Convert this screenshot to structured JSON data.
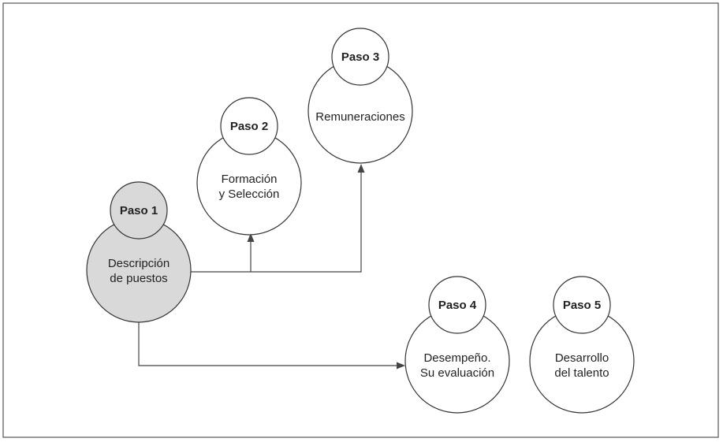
{
  "colors": {
    "frame": "#555555",
    "node_fill": "#ffffff",
    "highlight_fill": "#d9d9d9",
    "stroke": "#333333",
    "text": "#222222"
  },
  "steps": [
    {
      "id": "paso-1",
      "label": "Paso 1",
      "lines": [
        "Descripción",
        "de puestos"
      ],
      "highlighted": true
    },
    {
      "id": "paso-2",
      "label": "Paso 2",
      "lines": [
        "Formación",
        "y Selección"
      ],
      "highlighted": false
    },
    {
      "id": "paso-3",
      "label": "Paso 3",
      "lines": [
        "Remuneraciones"
      ],
      "highlighted": false
    },
    {
      "id": "paso-4",
      "label": "Paso 4",
      "lines": [
        "Desempeño.",
        "Su evaluación"
      ],
      "highlighted": false
    },
    {
      "id": "paso-5",
      "label": "Paso 5",
      "lines": [
        "Desarrollo",
        "del talento"
      ],
      "highlighted": false
    }
  ],
  "connections": [
    {
      "from": "paso-1",
      "to": "paso-2"
    },
    {
      "from": "paso-1",
      "to": "paso-3"
    },
    {
      "from": "paso-1",
      "to": "paso-4"
    }
  ]
}
